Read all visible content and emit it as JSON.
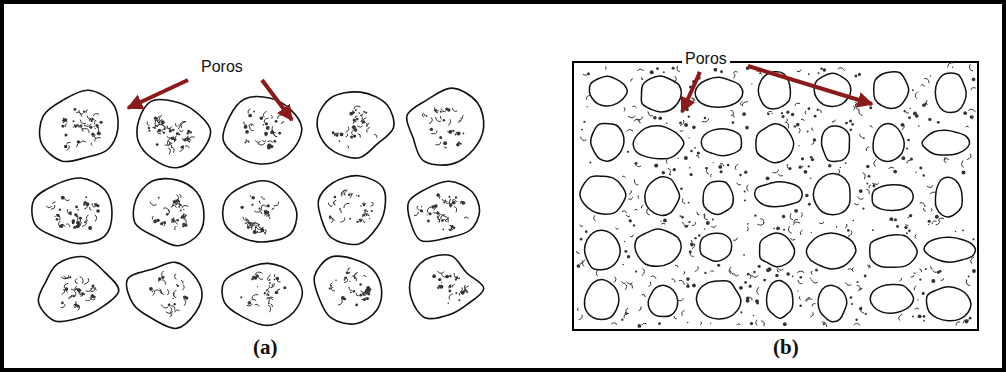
{
  "diagram": {
    "labels": [
      "Poros",
      "Poros",
      "(a)",
      "(b)"
    ]
  }
}
